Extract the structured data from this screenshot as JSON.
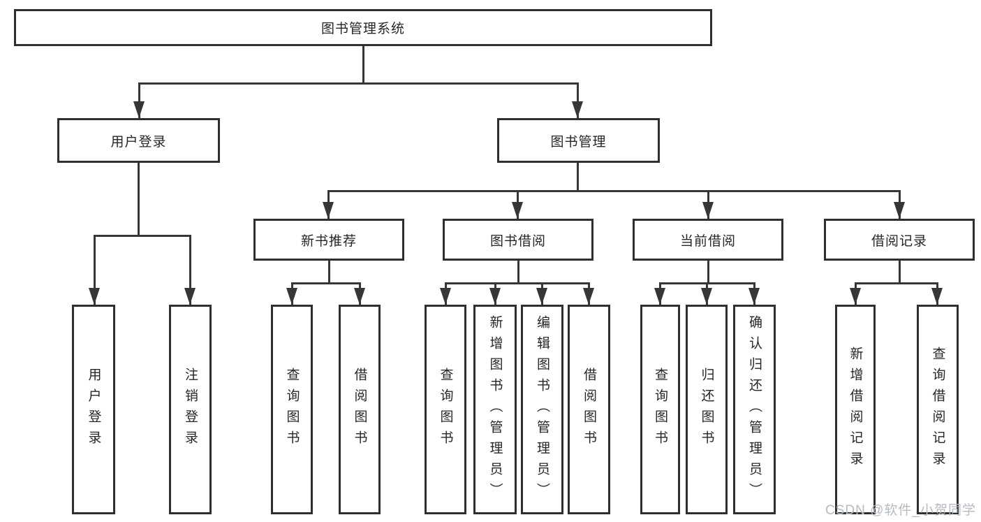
{
  "chart": {
    "root": {
      "label": "图书管理系统",
      "children": [
        {
          "label": "用户登录",
          "children": [
            {
              "label": "用户登录"
            },
            {
              "label": "注销登录"
            }
          ]
        },
        {
          "label": "图书管理",
          "children": [
            {
              "label": "新书推荐",
              "children": [
                {
                  "label": "查询图书"
                },
                {
                  "label": "借阅图书"
                }
              ]
            },
            {
              "label": "图书借阅",
              "children": [
                {
                  "label": "查询图书"
                },
                {
                  "label": "新增图书（管理员）"
                },
                {
                  "label": "编辑图书（管理员）"
                },
                {
                  "label": "借阅图书"
                }
              ]
            },
            {
              "label": "当前借阅",
              "children": [
                {
                  "label": "查询图书"
                },
                {
                  "label": "归还图书"
                },
                {
                  "label": "确认归还（管理员）"
                }
              ]
            },
            {
              "label": "借阅记录",
              "children": [
                {
                  "label": "新增借阅记录"
                },
                {
                  "label": "查询借阅记录"
                }
              ]
            }
          ]
        }
      ]
    }
  },
  "watermark": {
    "text": "CSDN @软件_小贺同学"
  },
  "colors": {
    "line": "#363636",
    "box_border": "#2f2f2f",
    "text": "#262626",
    "background": "#ffffff",
    "watermark": "#b6bac1"
  }
}
